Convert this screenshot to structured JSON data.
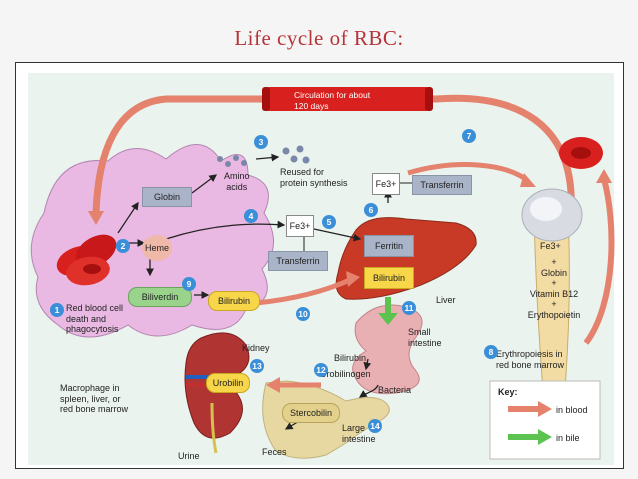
{
  "slide_title": "Life cycle of RBC:",
  "labels": {
    "circulation": "Circulation for about\n120 days",
    "globin": "Globin",
    "amino_acids": "Amino\nacids",
    "reused": "Reused for\nprotein synthesis",
    "heme": "Heme",
    "fe_top": "Fe3+",
    "transferrin_top": "Transferrin",
    "fe_mid": "Fe3+",
    "transferrin_mid": "Transferrin",
    "ferritin": "Ferritin",
    "bilirubin_liver": "Bilirubin",
    "liver": "Liver",
    "biliverdin": "Biliverdin",
    "bilirubin_mac": "Bilirubin",
    "rbc_death": "Red blood cell\ndeath and\nphagocytosis",
    "macrophage": "Macrophage in\nspleen, liver, or\nred bone marrow",
    "small_intestine": "Small\nintestine",
    "kidney": "Kidney",
    "urobilin": "Urobilin",
    "bilirubin_int": "Bilirubin",
    "urobilinogen": "Urobilinogen",
    "bacteria": "Bacteria",
    "stercobilin": "Stercobilin",
    "large_intestine": "Large\nintestine",
    "urine": "Urine",
    "feces": "Feces",
    "fe_marrow": "Fe3+",
    "marrow_list": "+\nGlobin\n+\nVitamin B12\n+\nErythopoietin",
    "erythropoiesis": "Erythropoiesis in\nred bone marrow",
    "key_title": "Key:",
    "key_blood": "in blood",
    "key_bile": "in bile"
  },
  "steps": [
    "1",
    "2",
    "3",
    "4",
    "5",
    "6",
    "7",
    "8",
    "9",
    "10",
    "11",
    "12",
    "13",
    "14"
  ],
  "colors": {
    "title": "#b5343a",
    "blood_arrow": "#e5826e",
    "bile_arrow": "#5cc250",
    "step": "#3a8fd8",
    "rbc": "#d8201e",
    "macrophage": "#e9b8e3"
  },
  "icons": [
    "rbc-icon",
    "amino-acid-icon",
    "liver-icon",
    "kidney-icon",
    "bone-icon",
    "intestine-icon"
  ]
}
